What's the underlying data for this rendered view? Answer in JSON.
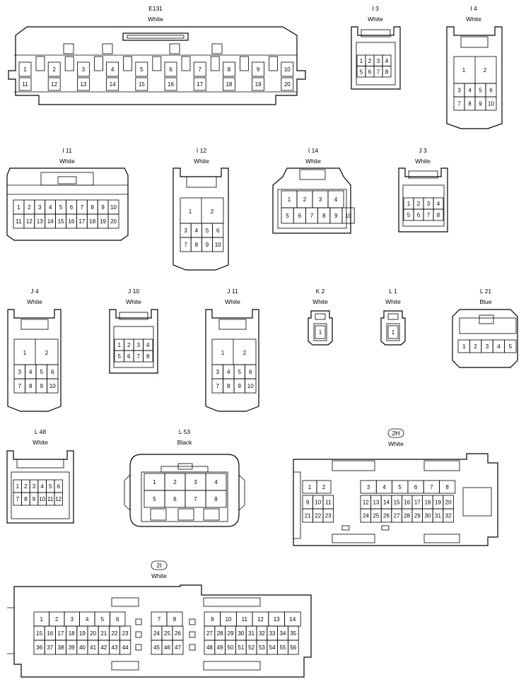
{
  "connectors": [
    {
      "id": "E131",
      "color": "White"
    },
    {
      "id": "I 3",
      "color": "White"
    },
    {
      "id": "I 4",
      "color": "White"
    },
    {
      "id": "I 11",
      "color": "White"
    },
    {
      "id": "I 12",
      "color": "White"
    },
    {
      "id": "I 14",
      "color": "White"
    },
    {
      "id": "J 3",
      "color": "White"
    },
    {
      "id": "J 4",
      "color": "White"
    },
    {
      "id": "J 10",
      "color": "White"
    },
    {
      "id": "J 11",
      "color": "White"
    },
    {
      "id": "K 2",
      "color": "White"
    },
    {
      "id": "L 1",
      "color": "White"
    },
    {
      "id": "L 21",
      "color": "Blue"
    },
    {
      "id": "L 48",
      "color": "White"
    },
    {
      "id": "L 53",
      "color": "Black"
    },
    {
      "id": "2H",
      "color": "White"
    },
    {
      "id": "2I",
      "color": "White"
    }
  ]
}
